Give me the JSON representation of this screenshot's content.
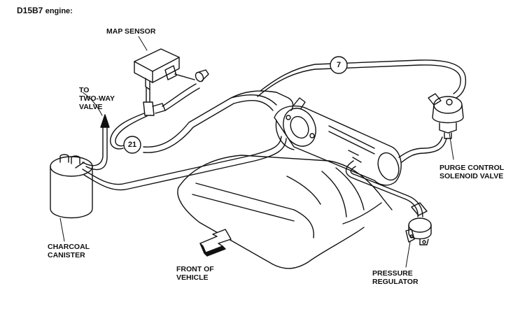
{
  "title": {
    "model": "D15B7",
    "suffix": "engine:"
  },
  "labels": {
    "map_sensor": "MAP SENSOR",
    "two_way_valve": [
      "TO",
      "TWO-WAY",
      "VALVE"
    ],
    "charcoal_canister": [
      "CHARCOAL",
      "CANISTER"
    ],
    "front_of_vehicle": [
      "FRONT OF",
      "VEHICLE"
    ],
    "purge_control": [
      "PURGE CONTROL",
      "SOLENOID VALVE"
    ],
    "pressure_regulator": [
      "PRESSURE",
      "REGULATOR"
    ]
  },
  "callouts": {
    "hose_7": "7",
    "hose_21": "21"
  },
  "colors": {
    "line": "#111111",
    "background": "#ffffff"
  }
}
